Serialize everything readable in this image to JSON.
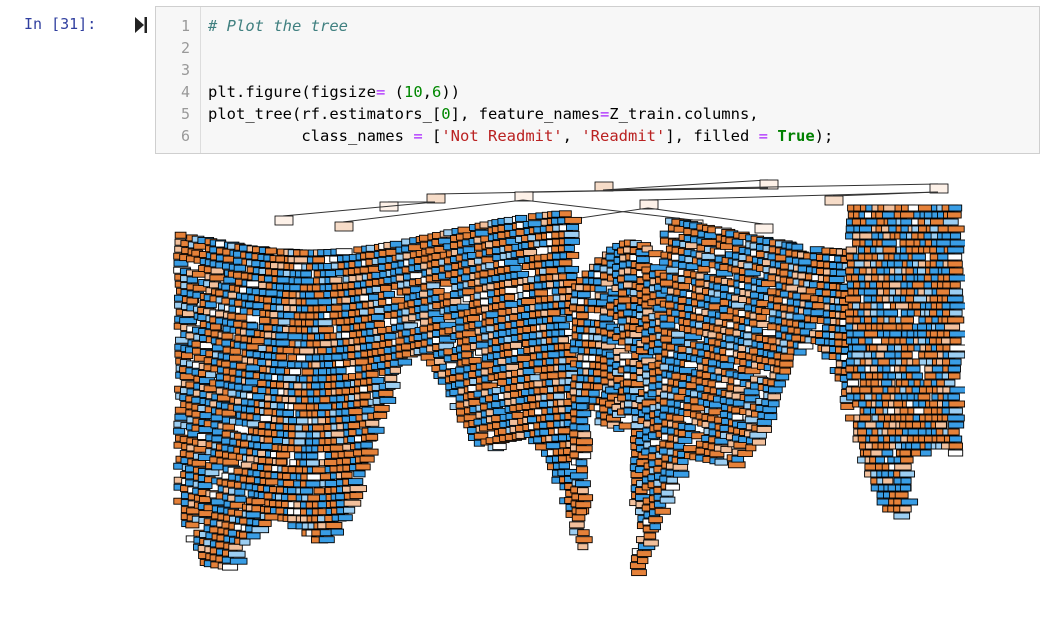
{
  "cell": {
    "prompt": "In [31]:",
    "line_numbers": [
      "1",
      "2",
      "3",
      "4",
      "5",
      "6"
    ],
    "code": {
      "l1": "# Plot the tree",
      "l4_a": "plt.figure(figsize",
      "l4_op": "=",
      "l4_b": " (",
      "l4_n1": "10",
      "l4_c": ",",
      "l4_n2": "6",
      "l4_d": "))",
      "l5_a": "plot_tree(rf.estimators_[",
      "l5_n": "0",
      "l5_b": "], feature_names",
      "l5_op": "=",
      "l5_c": "Z_train.columns,",
      "l6_indent": "          class_names ",
      "l6_op": "=",
      "l6_b": " [",
      "l6_s1": "'Not Readmit'",
      "l6_c": ", ",
      "l6_s2": "'Readmit'",
      "l6_d": "], filled ",
      "l6_op2": "=",
      "l6_sp": " ",
      "l6_kw": "True",
      "l6_e": ");"
    }
  },
  "output": {
    "plot_type": "decision-tree",
    "class_names": [
      "Not Readmit",
      "Readmit"
    ],
    "colors": {
      "not_readmit": "#e58139",
      "readmit": "#399de5",
      "edge": "#000000"
    }
  }
}
